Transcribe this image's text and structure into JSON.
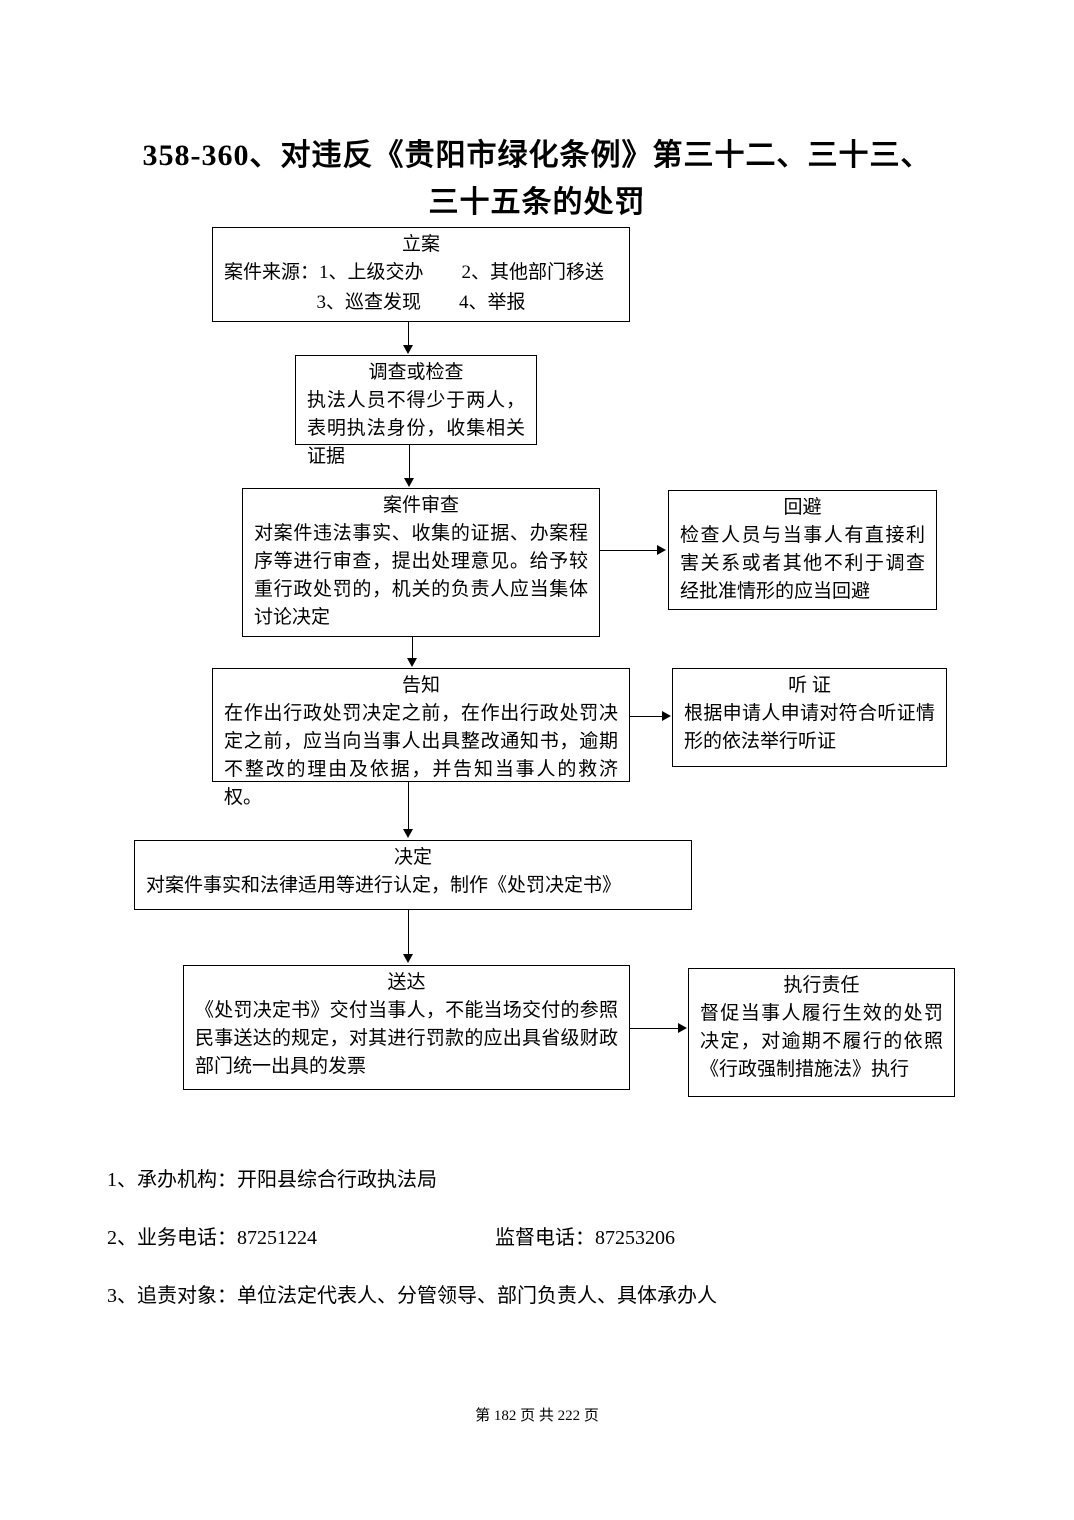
{
  "page": {
    "title_line1": "358-360、对违反《贵阳市绿化条例》第三十二、三十三、",
    "title_line2": "三十五条的处罚",
    "footer": "第 182 页 共 222 页"
  },
  "flowchart": {
    "filing": {
      "title": "立案",
      "line1": "案件来源：1、上级交办　　2、其他部门移送",
      "line2": "3、巡查发现　　4、举报"
    },
    "investigation": {
      "title": "调查或检查",
      "body": "执法人员不得少于两人，表明执法身份，收集相关证据"
    },
    "review": {
      "title": "案件审查",
      "body": "对案件违法事实、收集的证据、办案程序等进行审查，提出处理意见。给予较重行政处罚的，机关的负责人应当集体讨论决定"
    },
    "recusal": {
      "title": "回避",
      "body": "检查人员与当事人有直接利害关系或者其他不利于调查经批准情形的应当回避"
    },
    "notification": {
      "title": "告知",
      "body": "在作出行政处罚决定之前，在作出行政处罚决定之前，应当向当事人出具整改通知书，逾期不整改的理由及依据，并告知当事人的救济权。"
    },
    "hearing": {
      "title": "听 证",
      "body": "根据申请人申请对符合听证情形的依法举行听证"
    },
    "decision": {
      "title": "决定",
      "body": "对案件事实和法律适用等进行认定，制作《处罚决定书》"
    },
    "delivery": {
      "title": "送达",
      "body": "《处罚决定书》交付当事人，不能当场交付的参照民事送达的规定，对其进行罚款的应出具省级财政部门统一出具的发票"
    },
    "enforcement": {
      "title": "执行责任",
      "body": "督促当事人履行生效的处罚决定，对逾期不履行的依照《行政强制措施法》执行"
    }
  },
  "notes": {
    "line1": "1、承办机构：开阳县综合行政执法局",
    "line2_left": "2、业务电话：87251224",
    "line2_right": "监督电话：87253206",
    "line3": "3、追责对象：单位法定代表人、分管领导、部门负责人、具体承办人"
  }
}
